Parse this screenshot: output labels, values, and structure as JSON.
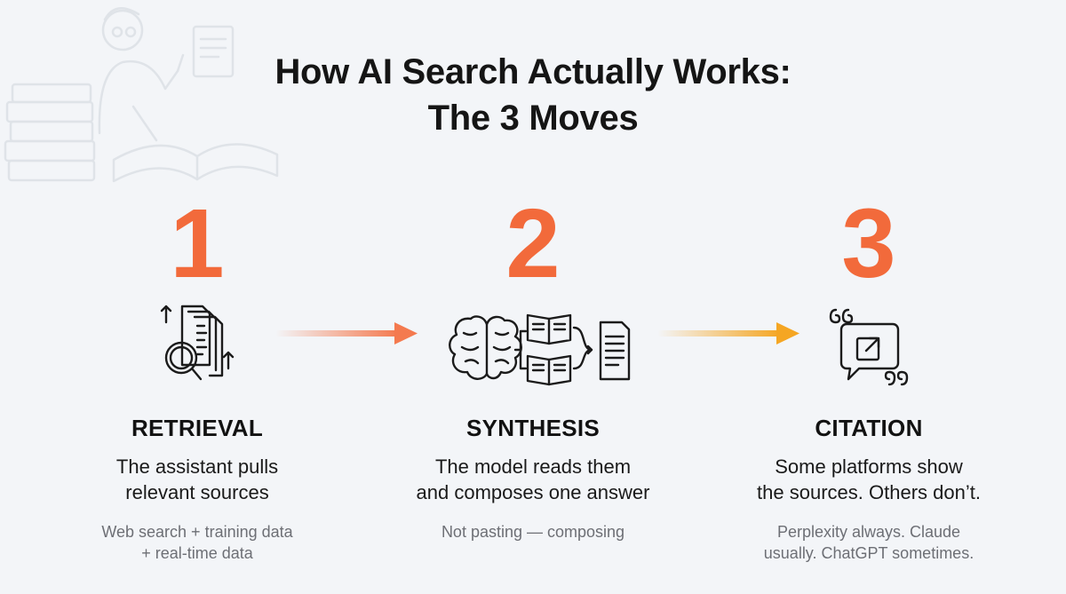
{
  "title": {
    "line1": "How AI Search Actually Works:",
    "line2": "The 3 Moves"
  },
  "colors": {
    "accent": "#f26a3b",
    "arrow_1": "#f47a4f",
    "arrow_2": "#f5a623",
    "text": "#121212",
    "muted": "#6d6f75",
    "background": "#f3f5f8"
  },
  "steps": [
    {
      "number": "1",
      "title": "RETRIEVAL",
      "description": [
        "The assistant pulls",
        "relevant sources"
      ],
      "note": [
        "Web search + training data",
        "+ real-time data"
      ],
      "icon": "document-search-icon"
    },
    {
      "number": "2",
      "title": "SYNTHESIS",
      "description": [
        "The model reads them",
        "and composes one answer"
      ],
      "note": [
        "Not pasting — composing"
      ],
      "icon": "brain-books-icon"
    },
    {
      "number": "3",
      "title": "CITATION",
      "description": [
        "Some platforms show",
        "the sources. Others don’t."
      ],
      "note": [
        "Perplexity always. Claude",
        "usually. ChatGPT sometimes."
      ],
      "icon": "quote-link-icon"
    }
  ]
}
